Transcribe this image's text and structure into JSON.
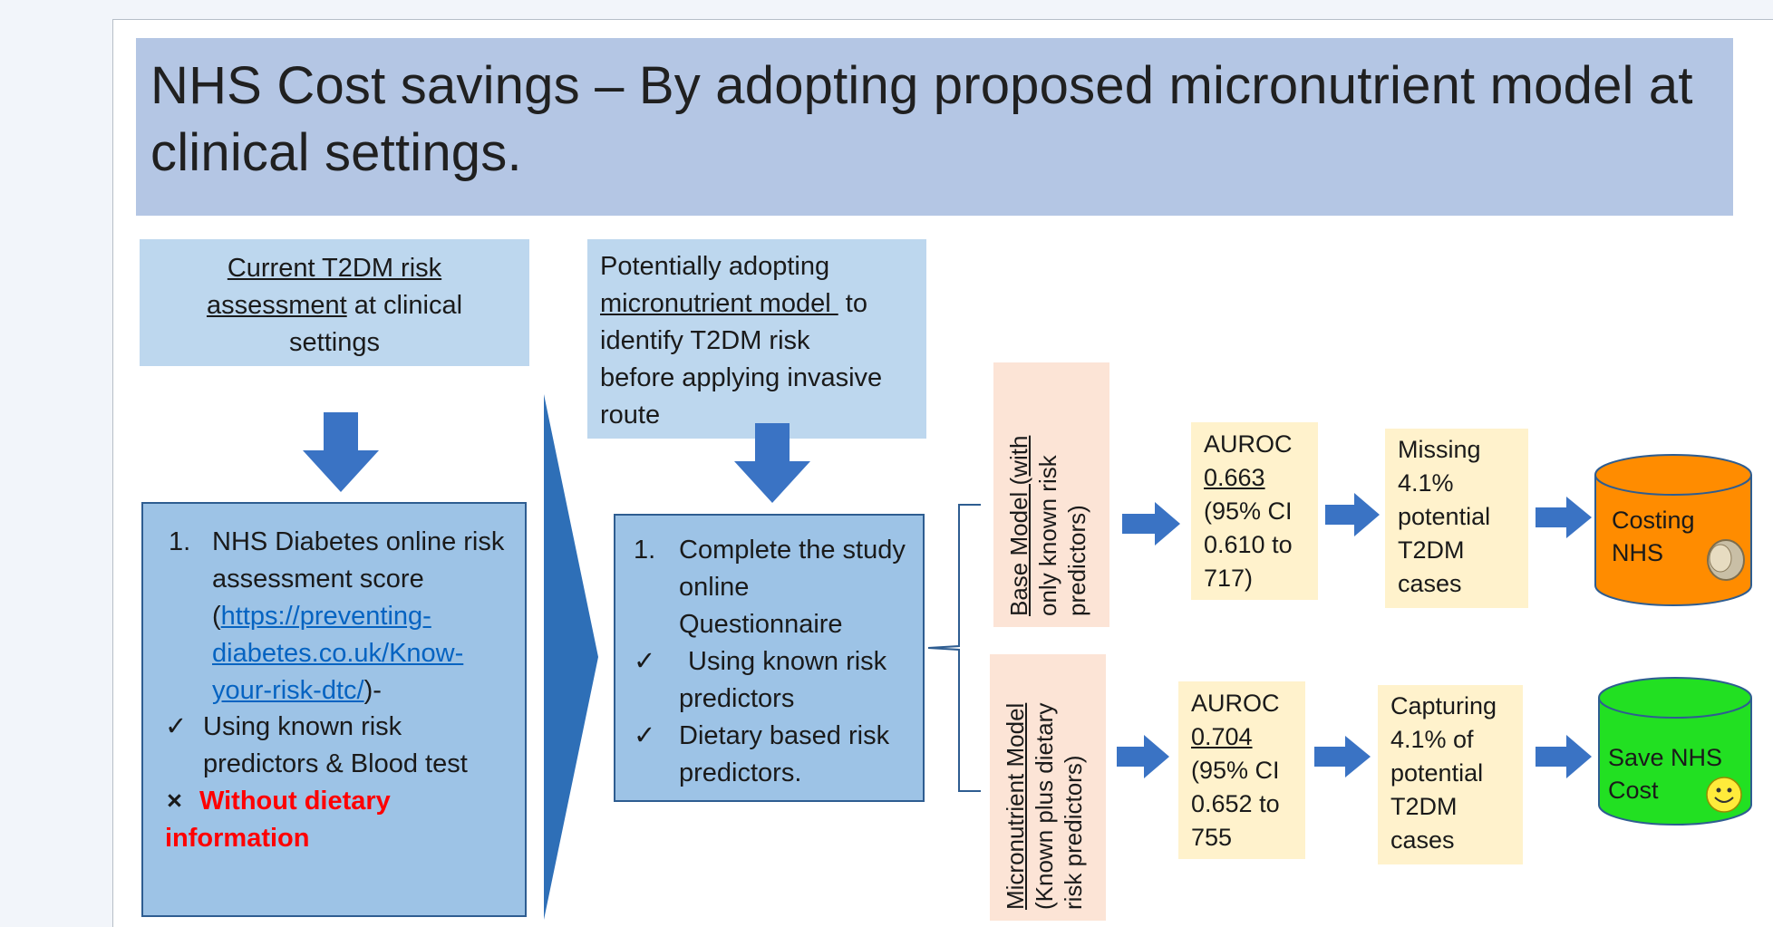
{
  "title": "NHS Cost savings – By adopting proposed micronutrient model at clinical settings.",
  "current": {
    "head_u1": "Current T2DM risk",
    "head_u2": "assessment",
    "head_rest": " at clinical",
    "head_line3": "settings",
    "item_num": "1.",
    "item_text": "NHS Diabetes online risk assessment score",
    "link_open": "(",
    "link": "https://preventing-diabetes.co.uk/Know-your-risk-dtc/",
    "link_close": ")-",
    "check_mark": "✓",
    "check_text": "Using known risk predictors & Blood test",
    "cross_mark": "×",
    "cross_text": "Without dietary information"
  },
  "proposed": {
    "line1": "Potentially adopting",
    "line2_u": "micronutrient model ",
    "line2_rest": " to",
    "line3": "identify T2DM risk",
    "line4": "before applying invasive",
    "line5": "route",
    "item_num": "1.",
    "item_text": "Complete the study online Questionnaire",
    "check1_mark": "✓",
    "check1_text": "Using known risk predictors",
    "check2_mark": "✓",
    "check2_text": "Dietary based risk predictors."
  },
  "base_model": {
    "label_u": "Base Model (with",
    "label_l2": "only  known risk",
    "label_l3": "predictors)",
    "auroc_head": "AUROC",
    "auroc_value": "0.663",
    "ci_l1": "(95% CI",
    "ci_l2": "0.610 to",
    "ci_l3": "717)",
    "outcome": [
      "Missing",
      "4.1%",
      "potential",
      "T2DM",
      "cases"
    ],
    "result": [
      "Costing",
      "NHS"
    ],
    "cylinder_color": "#ff8c00"
  },
  "micro_model": {
    "label_u": "Micronutrient Model",
    "label_l2": "(Known plus dietary",
    "label_l3": "risk predictors)",
    "auroc_head": "AUROC",
    "auroc_value": "0.704",
    "ci_l1": "(95% CI",
    "ci_l2": "0.652 to",
    "ci_l3": "755",
    "outcome": [
      "Capturing",
      "4.1% of",
      "potential",
      "T2DM",
      "cases"
    ],
    "result": [
      "Save NHS",
      "Cost"
    ],
    "cylinder_color": "#22e022"
  },
  "colors": {
    "title_bg": "#b4c6e4",
    "light_box": "#bdd7ee",
    "blue_box": "#9dc3e6",
    "arrow": "#3a73c4",
    "chevron": "#2e6fb7",
    "peach": "#fce4d6",
    "cream": "#fff2cc",
    "warning": "#ff0000"
  }
}
